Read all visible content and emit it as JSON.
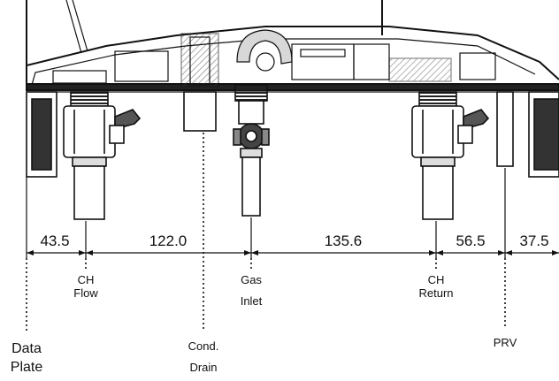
{
  "diagram": {
    "dimensions": [
      "43.5",
      "122.0",
      "135.6",
      "56.5",
      "37.5"
    ],
    "connections": {
      "ch_flow": [
        "CH",
        "Flow"
      ],
      "gas_inlet": [
        "Gas",
        "Inlet"
      ],
      "ch_return": [
        "CH",
        "Return"
      ],
      "data_plate": [
        "Data",
        "Plate"
      ],
      "cond_drain": [
        "Cond.",
        "Drain"
      ],
      "prv": "PRV"
    },
    "colors": {
      "line": "#111111",
      "hatch": "#444444",
      "background": "#ffffff"
    }
  }
}
